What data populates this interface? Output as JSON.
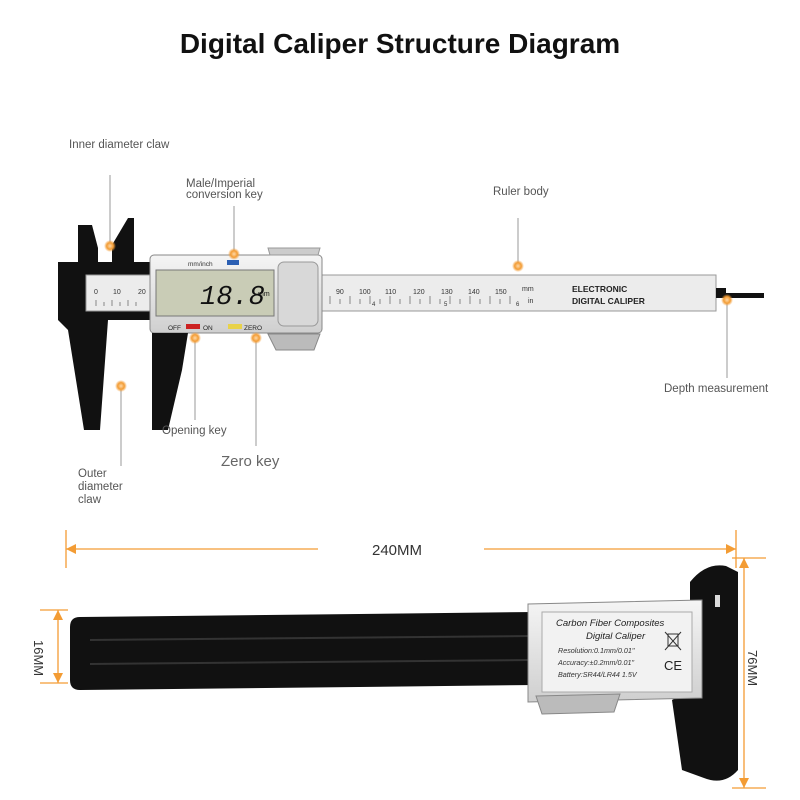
{
  "title": "Digital Caliper Structure Diagram",
  "labels": {
    "inner_claw": "Inner diameter claw",
    "conversion_key": [
      "Male/Imperial",
      "conversion key"
    ],
    "ruler_body": "Ruler body",
    "depth": "Depth measurement",
    "opening_key": "Opening key",
    "zero_key": "Zero key",
    "outer_claw": [
      "Outer",
      "diameter",
      "claw"
    ]
  },
  "caliper": {
    "unit_label": "mm/inch",
    "display_value": "18.8",
    "display_unit": "mm",
    "brand_line1": "ELECTRONIC",
    "brand_line2": "DIGITAL CALIPER",
    "off": "OFF",
    "on": "ON",
    "zero": "ZERO",
    "scale_mm": "mm",
    "scale_in": "in",
    "left_ticks": [
      "0",
      "10",
      "20"
    ],
    "right_ticks": [
      "90",
      "100",
      "110",
      "120",
      "130",
      "140",
      "150"
    ],
    "in_ticks": [
      "4",
      "5",
      "6"
    ]
  },
  "bottom": {
    "length": "240MM",
    "height_left": "16MM",
    "height_right": "76MM",
    "head_title1": "Carbon Fiber Composites",
    "head_title2": "Digital Caliper",
    "spec1": "Resolution:0.1mm/0.01\"",
    "spec2": "Accuracy:±0.2mm/0.01\"",
    "spec3": "Battery:SR44/LR44 1.5V",
    "ce": "CE"
  },
  "colors": {
    "accent": "#f39c34",
    "body_silver": "#e6e6e6",
    "claw_black": "#111111",
    "lcd": "#c9ccb6"
  }
}
